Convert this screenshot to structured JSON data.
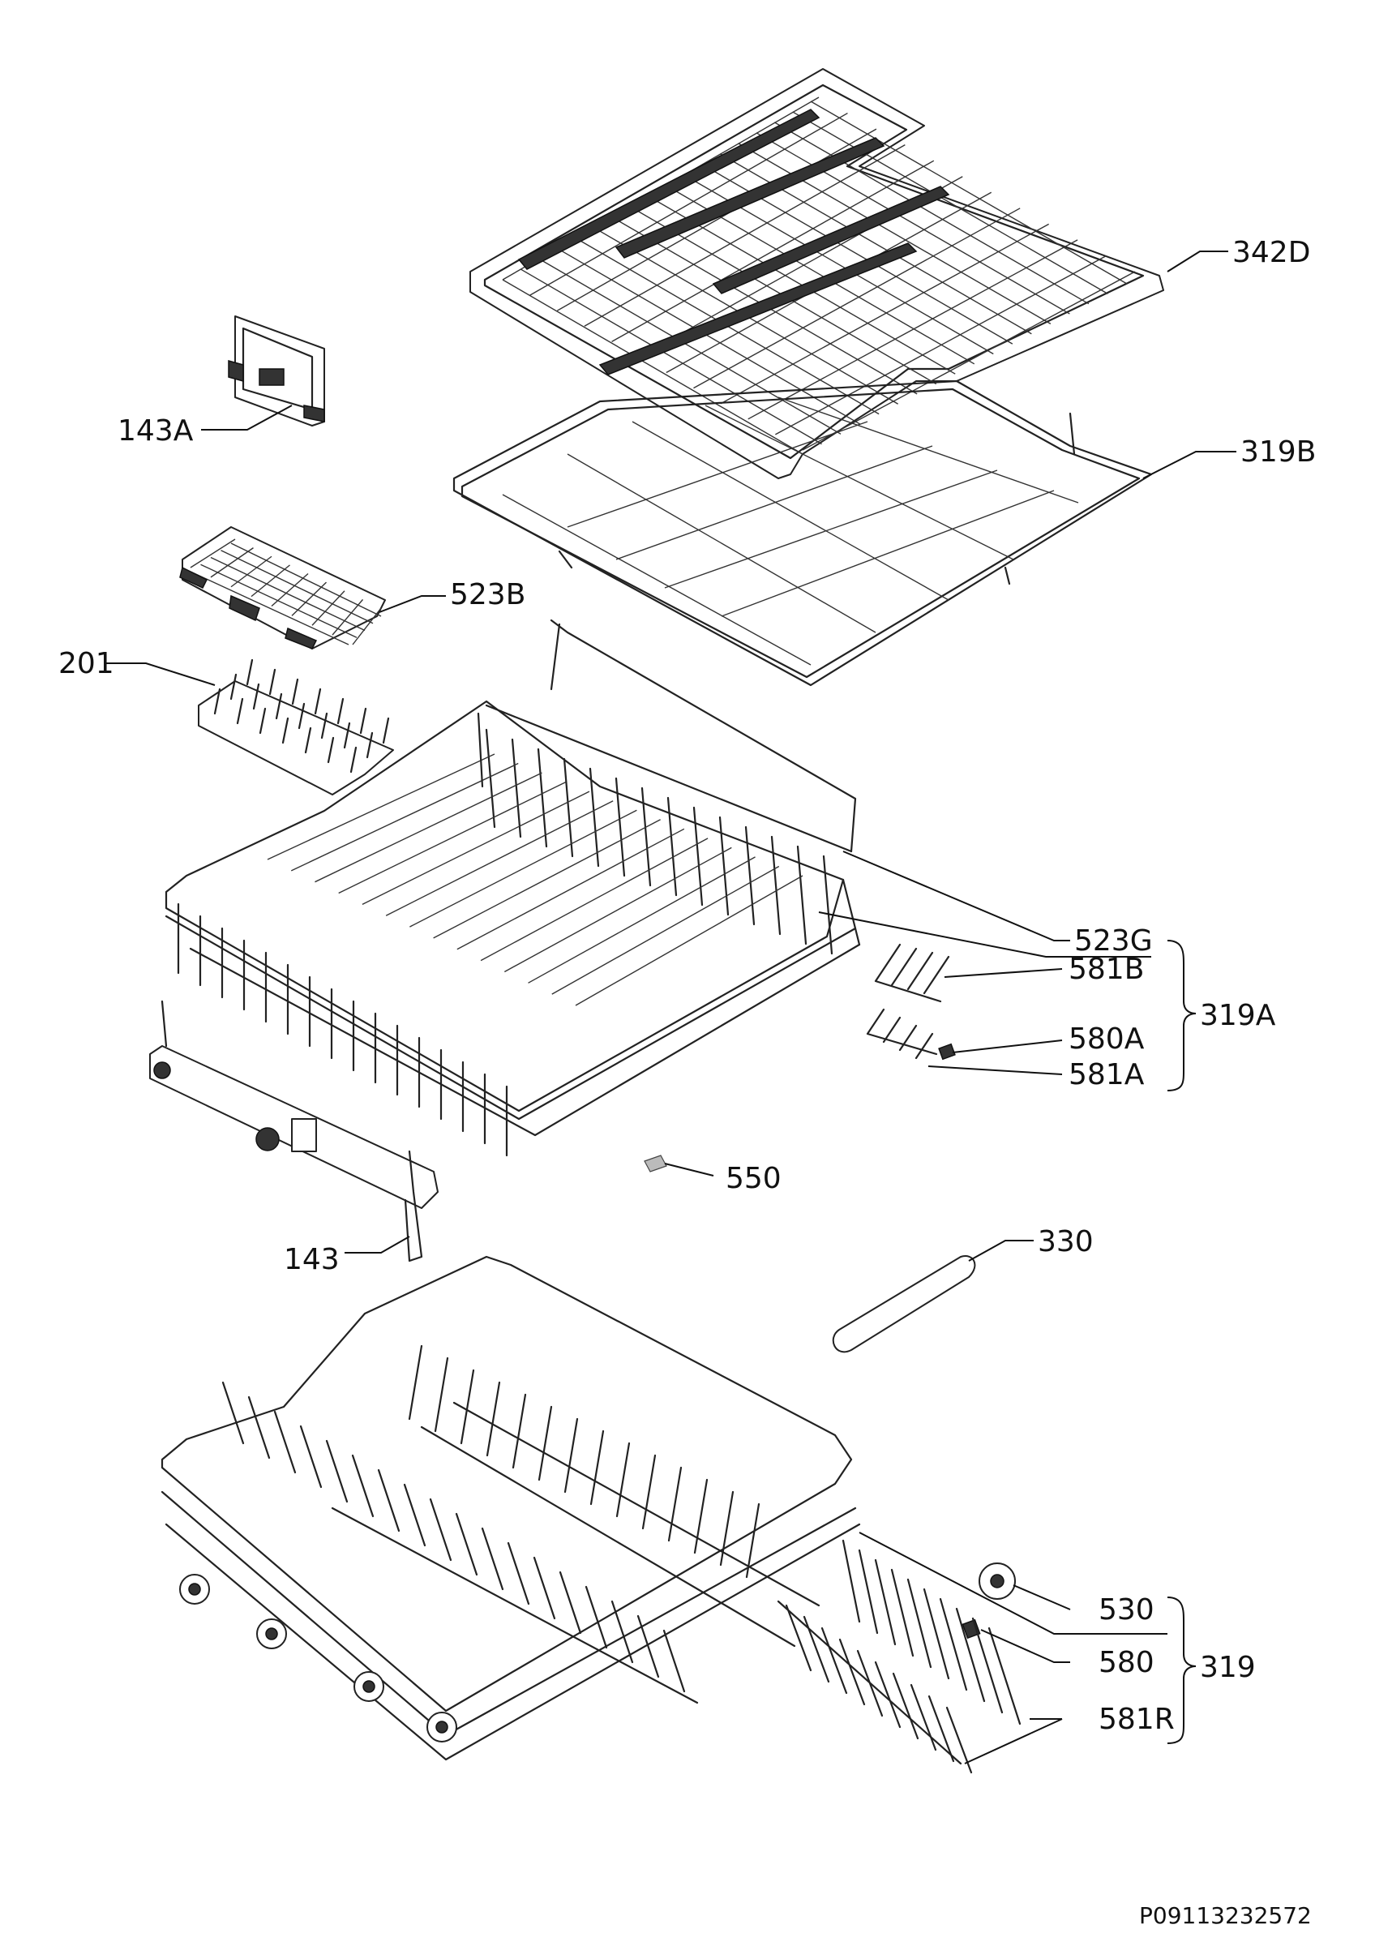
{
  "labels": {
    "p342D": "342D",
    "p143A": "143A",
    "p319B": "319B",
    "p523B": "523B",
    "p201": "201",
    "p523G": "523G",
    "p581B": "581B",
    "p580A": "580A",
    "p581A": "581A",
    "p319A": "319A",
    "p550": "550",
    "p143": "143",
    "p330": "330",
    "p530": "530",
    "p580": "580",
    "p581R": "581R",
    "p319": "319"
  },
  "reference": "P09113232572"
}
